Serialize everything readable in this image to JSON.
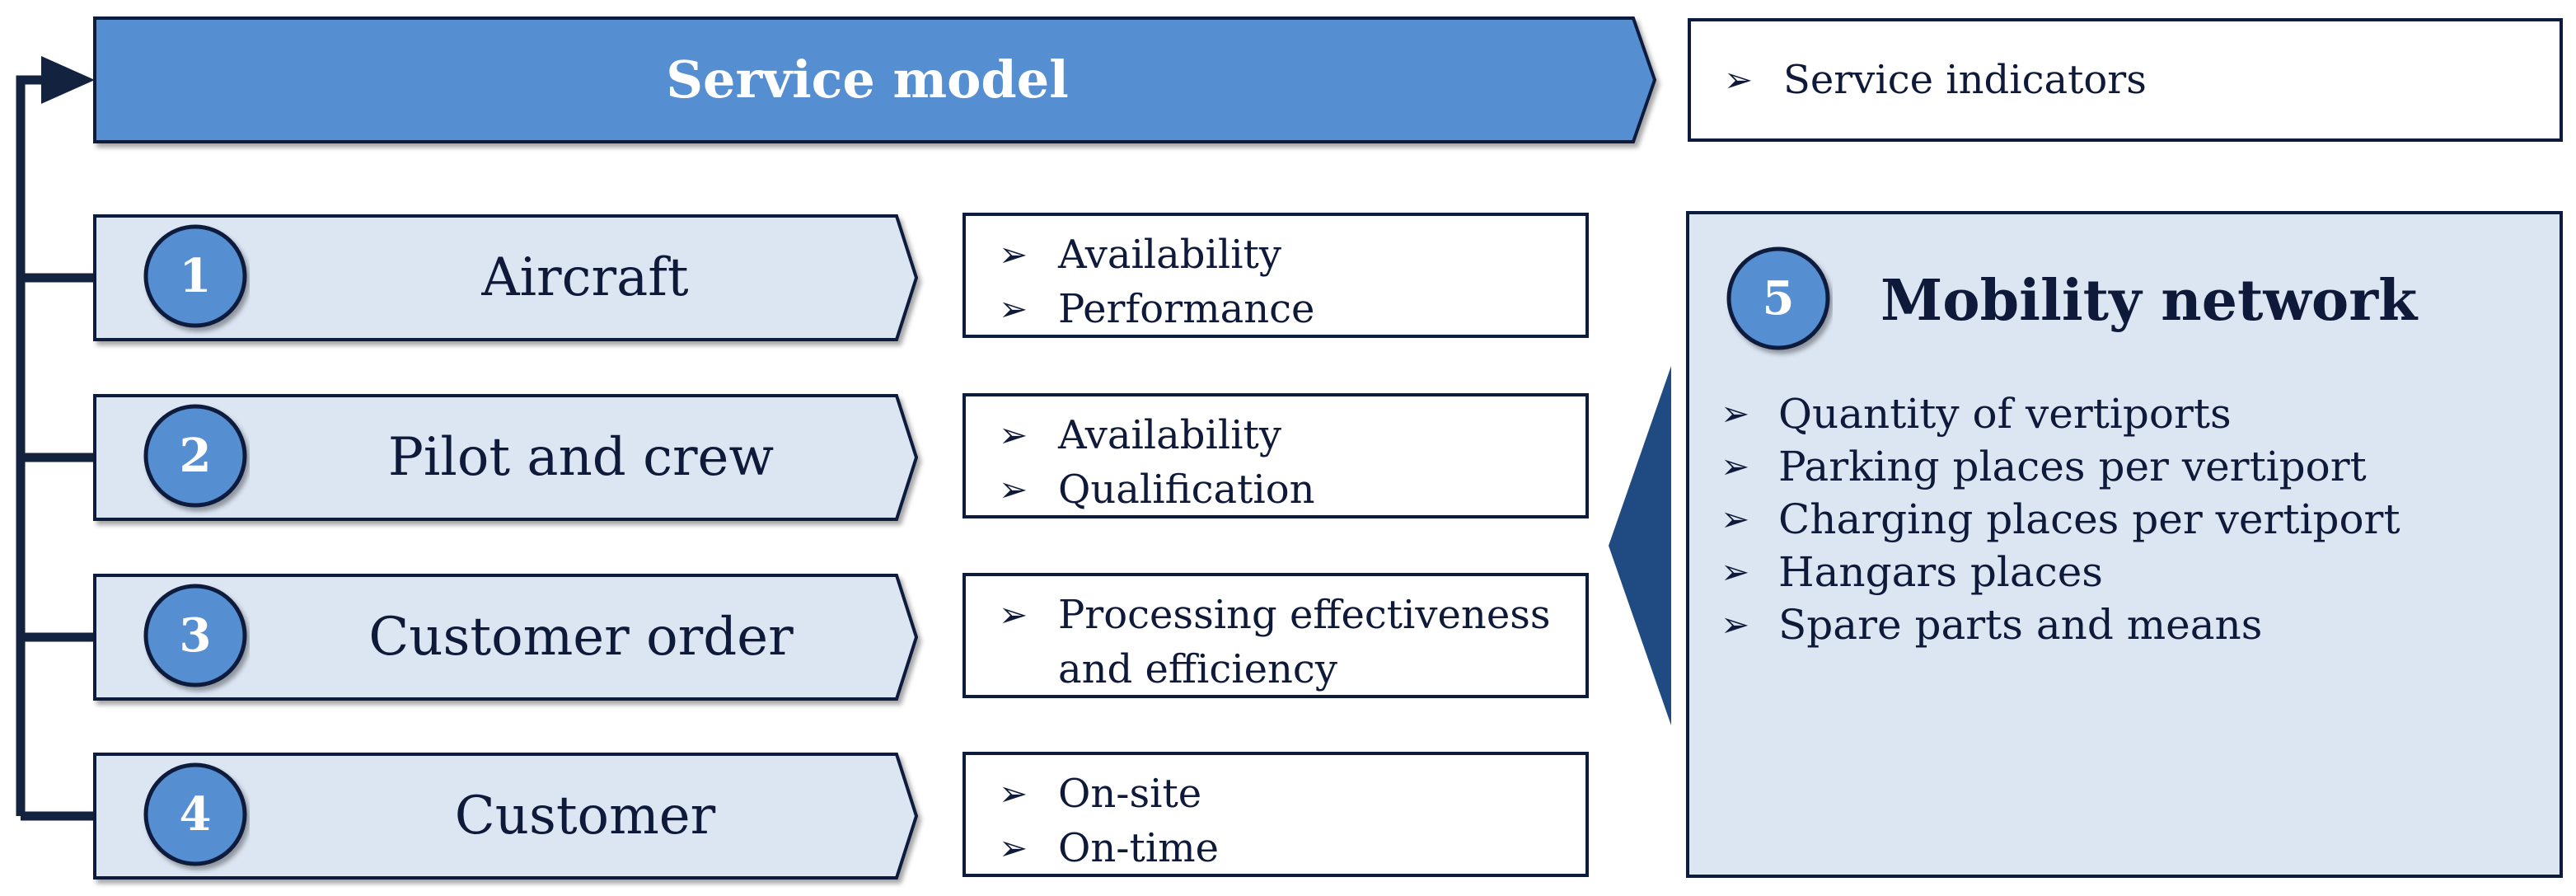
{
  "header": {
    "title": "Service model"
  },
  "indicators": {
    "label": "Service indicators"
  },
  "rows": [
    {
      "number": "1",
      "label": "Aircraft",
      "bullets": [
        "Availability",
        "Performance"
      ]
    },
    {
      "number": "2",
      "label": "Pilot and crew",
      "bullets": [
        "Availability",
        "Qualification"
      ]
    },
    {
      "number": "3",
      "label": "Customer order",
      "bullets": [
        "Processing effectiveness and efficiency"
      ]
    },
    {
      "number": "4",
      "label": "Customer",
      "bullets": [
        "On-site",
        "On-time"
      ]
    }
  ],
  "mobility": {
    "number": "5",
    "title": "Mobility network",
    "bullets": [
      "Quantity of vertiports",
      "Parking places per vertiport",
      "Charging places per vertiport",
      "Hangars places",
      "Spare parts and means"
    ]
  },
  "colors": {
    "header_fill": "#568ed2",
    "row_fill": "#dce6f3",
    "badge_fill": "#568ed2",
    "outline": "#0d1b3d",
    "connector": "#12223f",
    "pointer": "#1f4a82"
  }
}
